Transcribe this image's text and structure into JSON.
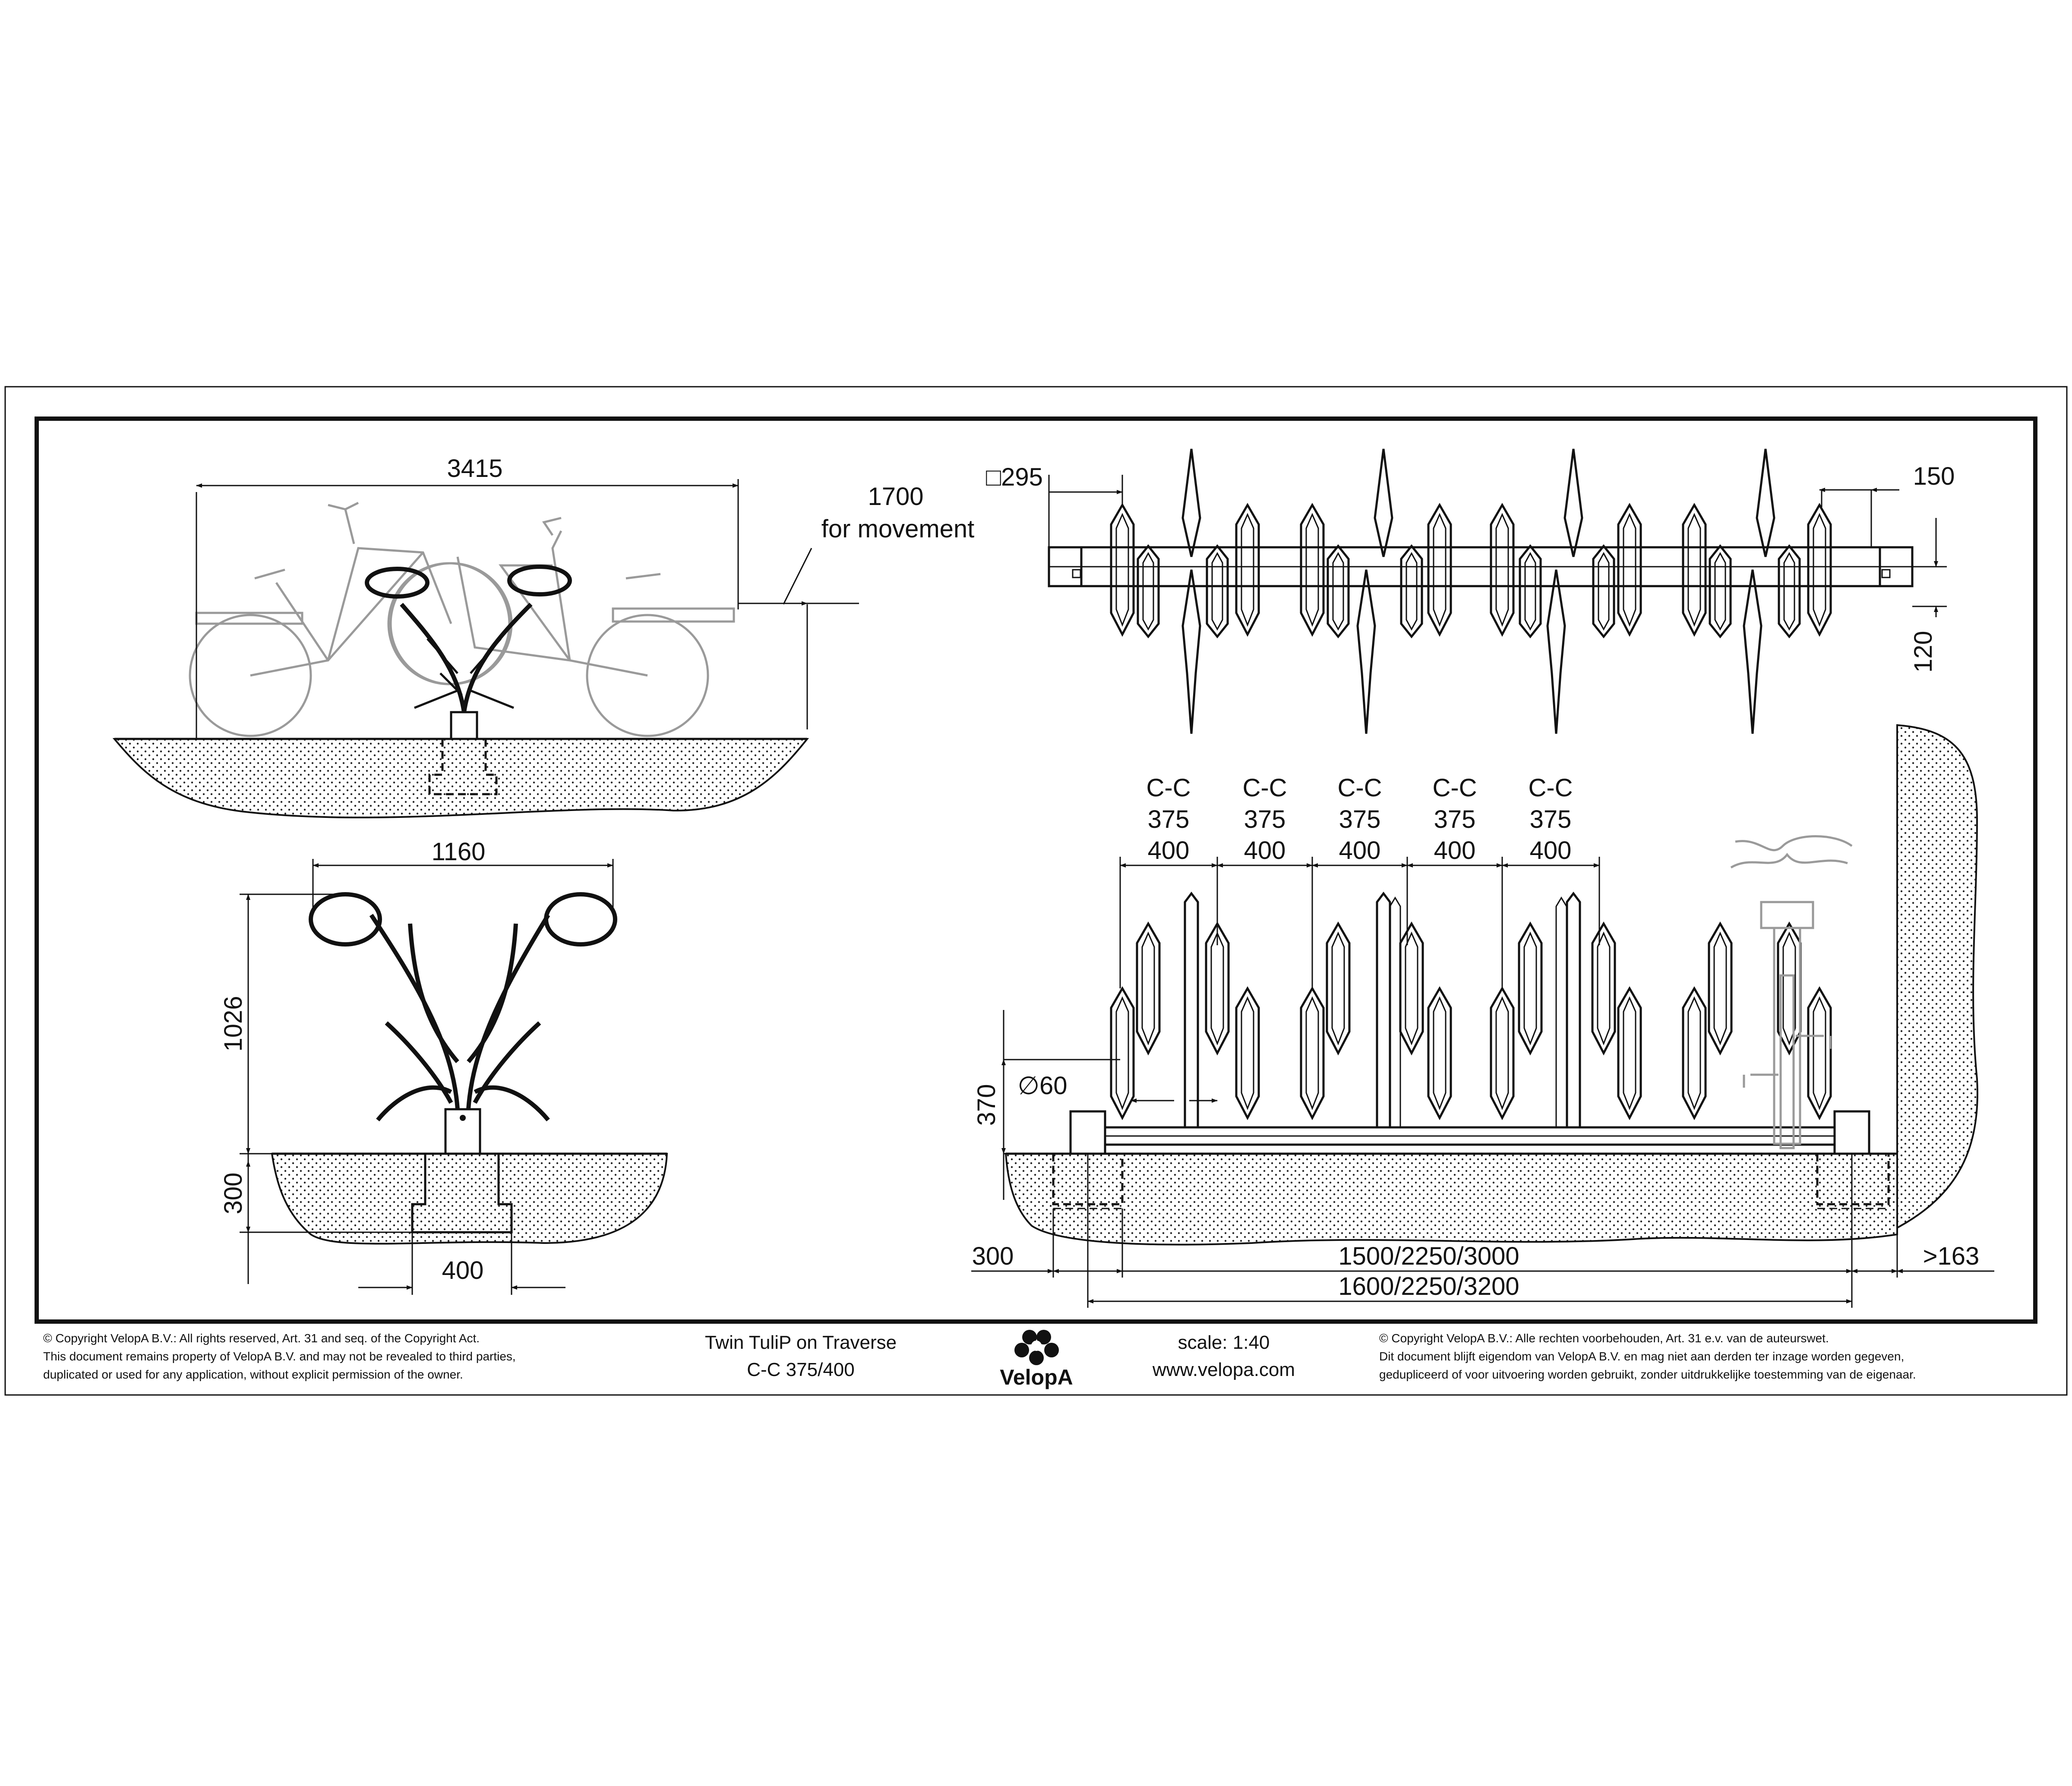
{
  "side_view": {
    "overall_length": "3415",
    "movement_clearance": "1700",
    "movement_label": "for movement"
  },
  "front_view": {
    "width": "1160",
    "height": "1026",
    "foundation_depth": "300",
    "foundation_width": "400"
  },
  "top_view": {
    "post_size": "□295",
    "end_offset": "150",
    "beam_width": "120"
  },
  "elevation": {
    "spacing_labels": [
      {
        "cc": "C-C",
        "a": "375",
        "b": "400"
      },
      {
        "cc": "C-C",
        "a": "375",
        "b": "400"
      },
      {
        "cc": "C-C",
        "a": "375",
        "b": "400"
      },
      {
        "cc": "C-C",
        "a": "375",
        "b": "400"
      },
      {
        "cc": "C-C",
        "a": "375",
        "b": "400"
      }
    ],
    "tube_diameter": "∅60",
    "lower_holder_height": "370",
    "foundation_offset": "300",
    "lengths_a": "1500/2250/3000",
    "lengths_b": "1600/2250/3200",
    "wall_clearance": ">163"
  },
  "footer": {
    "copyright_en": [
      "©  Copyright VelopA B.V.: All rights reserved, Art. 31 and seq. of the Copyright Act.",
      "This document remains property of VelopA B.V. and may not be revealed to third parties,",
      "duplicated or used for any application, without explicit permission of the owner."
    ],
    "product_name": "Twin TuliP on Traverse",
    "product_spacing": "C-C 375/400",
    "logo_text": "VelopA",
    "scale": "scale: 1:40",
    "website": "www.velopa.com",
    "copyright_nl": [
      "©  Copyright VelopA B.V.: Alle rechten voorbehouden, Art. 31 e.v. van de auteurswet.",
      "Dit document blijft eigendom van VelopA B.V. en mag niet aan derden ter inzage worden gegeven,",
      "gedupliceerd of voor uitvoering worden gebruikt, zonder uitdrukkelijke toestemming van de eigenaar."
    ]
  }
}
